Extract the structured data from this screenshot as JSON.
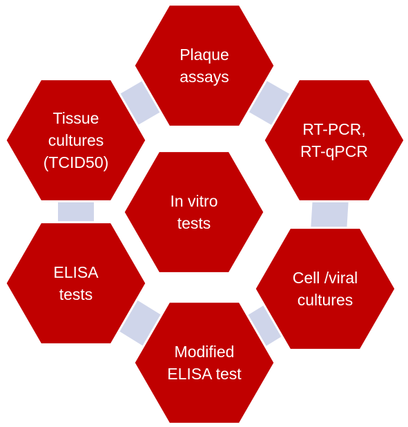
{
  "colors": {
    "hexagon_fill": "#c00000",
    "connector_fill": "#cfd5ea",
    "text": "#ffffff",
    "background": "#ffffff"
  },
  "diagram": {
    "center": {
      "lines": [
        "In vitro",
        "tests"
      ]
    },
    "nodes": [
      {
        "id": "plaque-assays",
        "lines": [
          "Plaque",
          "assays"
        ]
      },
      {
        "id": "rt-pcr",
        "lines": [
          "RT-PCR,",
          "RT-qPCR"
        ]
      },
      {
        "id": "cell-viral-cultures",
        "lines": [
          "Cell /viral",
          "cultures"
        ]
      },
      {
        "id": "modified-elisa",
        "lines": [
          "Modified",
          "ELISA test"
        ]
      },
      {
        "id": "elisa-tests",
        "lines": [
          "ELISA",
          "tests"
        ]
      },
      {
        "id": "tissue-cultures",
        "lines": [
          "Tissue",
          "cultures",
          "(TCID50)"
        ]
      }
    ]
  }
}
